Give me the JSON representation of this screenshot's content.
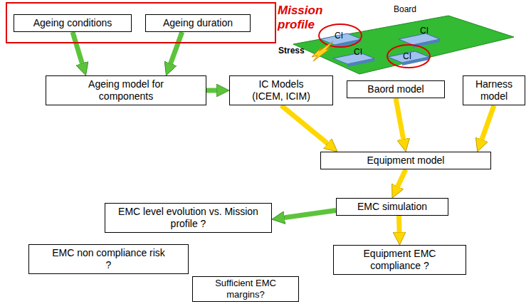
{
  "diagram": {
    "nodes": [
      {
        "text": [
          "Mission profile"
        ]
      },
      {
        "text": [
          "Ageing conditions"
        ],
        "in": 0
      },
      {
        "text": [
          "Ageing duration"
        ],
        "in": 0
      },
      {
        "text": [
          "Ageing model for components"
        ]
      },
      {
        "text": [
          "IC Models (ICEM, ICIM)"
        ]
      },
      {
        "text": [
          "Baord model"
        ]
      },
      {
        "text": [
          "Harness model"
        ]
      },
      {
        "text": [
          "Equipment model"
        ]
      },
      {
        "text": [
          "EMC simulation"
        ]
      },
      {
        "text": [
          "EMC level evolution vs. Mission profile ?"
        ]
      },
      {
        "text": [
          "EMC non compliance risk ?"
        ]
      },
      {
        "text": [
          "Sufficient EMC margins?"
        ]
      },
      {
        "text": [
          "Equipment EMC compliance ?"
        ]
      }
    ],
    "edges": [
      {
        "from": 1,
        "to": 3,
        "arrow": "to"
      },
      {
        "from": 2,
        "to": 3,
        "arrow": "to"
      },
      {
        "from": 3,
        "to": 4,
        "arrow": "to"
      },
      {
        "from": 4,
        "to": 7,
        "arrow": "to"
      },
      {
        "from": 5,
        "to": 7,
        "arrow": "to"
      },
      {
        "from": 6,
        "to": 7,
        "arrow": "to"
      },
      {
        "from": 7,
        "to": 8,
        "arrow": "to"
      },
      {
        "from": 8,
        "to": 9,
        "arrow": "to"
      },
      {
        "from": 8,
        "to": 12,
        "arrow": "to"
      }
    ],
    "labels": [
      "Board",
      "CI",
      "CI",
      "CI",
      "CI",
      "Stress"
    ]
  }
}
